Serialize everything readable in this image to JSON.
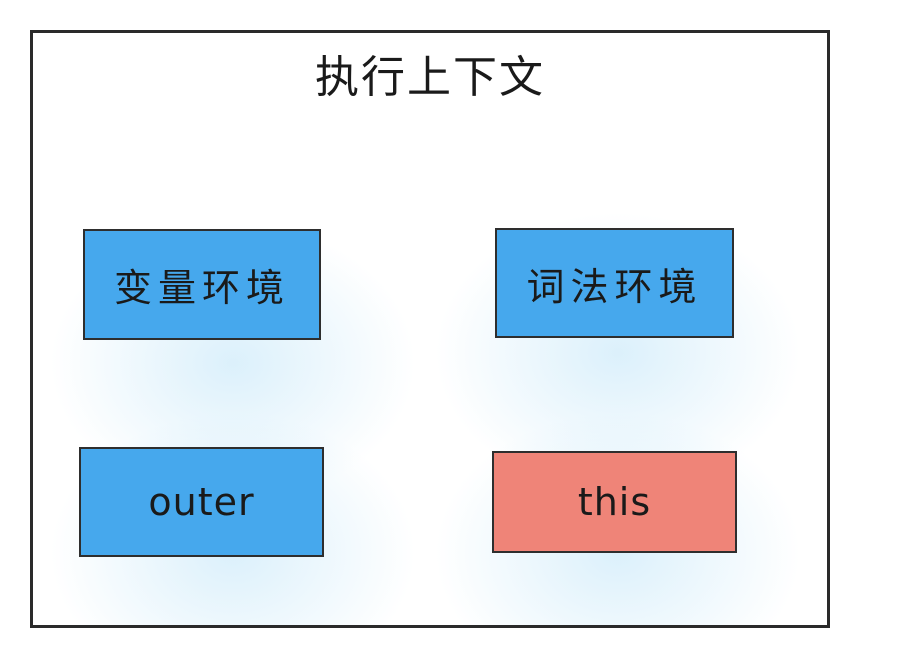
{
  "title": "执行上下文",
  "boxes": {
    "variable_env": {
      "label": "变量环境",
      "color": "#46a8ed"
    },
    "lexical_env": {
      "label": "词法环境",
      "color": "#46a8ed"
    },
    "outer": {
      "label": "outer",
      "color": "#46a8ed"
    },
    "this": {
      "label": "this",
      "color": "#ef8478"
    }
  },
  "colors": {
    "frame_border": "#2a2a2a",
    "glow": "#bee4f8"
  }
}
